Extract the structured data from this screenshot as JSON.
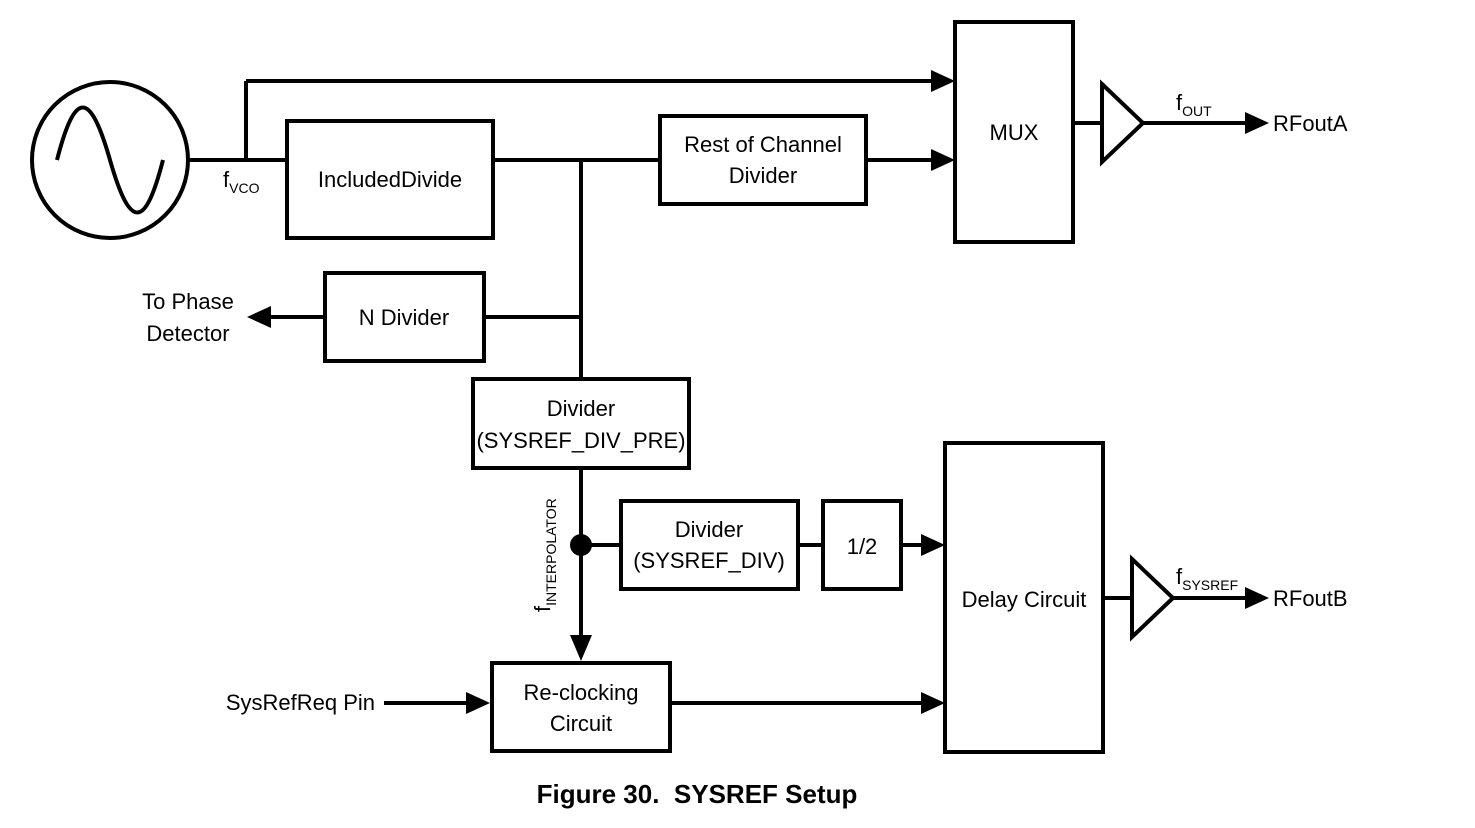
{
  "blocks": {
    "included_divide": "IncludedDivide",
    "rest_of_channel_line1": "Rest of Channel",
    "rest_of_channel_line2": "Divider",
    "mux": "MUX",
    "n_divider": "N Divider",
    "sysref_div_pre_line1": "Divider",
    "sysref_div_pre_line2": "(SYSREF_DIV_PRE)",
    "sysref_div_line1": "Divider",
    "sysref_div_line2": "(SYSREF_DIV)",
    "half": "1/2",
    "delay_circuit": "Delay Circuit",
    "reclocking_line1": "Re-clocking",
    "reclocking_line2": "Circuit"
  },
  "signals": {
    "fvco": {
      "main": "f",
      "sub": "VCO"
    },
    "fout": {
      "main": "f",
      "sub": "OUT"
    },
    "fsysref": {
      "main": "f",
      "sub": "SYSREF"
    },
    "finterpolator": {
      "main": "f",
      "sub": "INTERPOLATOR"
    }
  },
  "io": {
    "rfouta": "RFoutA",
    "rfoutb": "RFoutB",
    "to_phase_line1": "To Phase",
    "to_phase_line2": "Detector",
    "sysrefreq_pin": "SysRefReq Pin"
  },
  "caption": "Figure 30.  SYSREF Setup"
}
